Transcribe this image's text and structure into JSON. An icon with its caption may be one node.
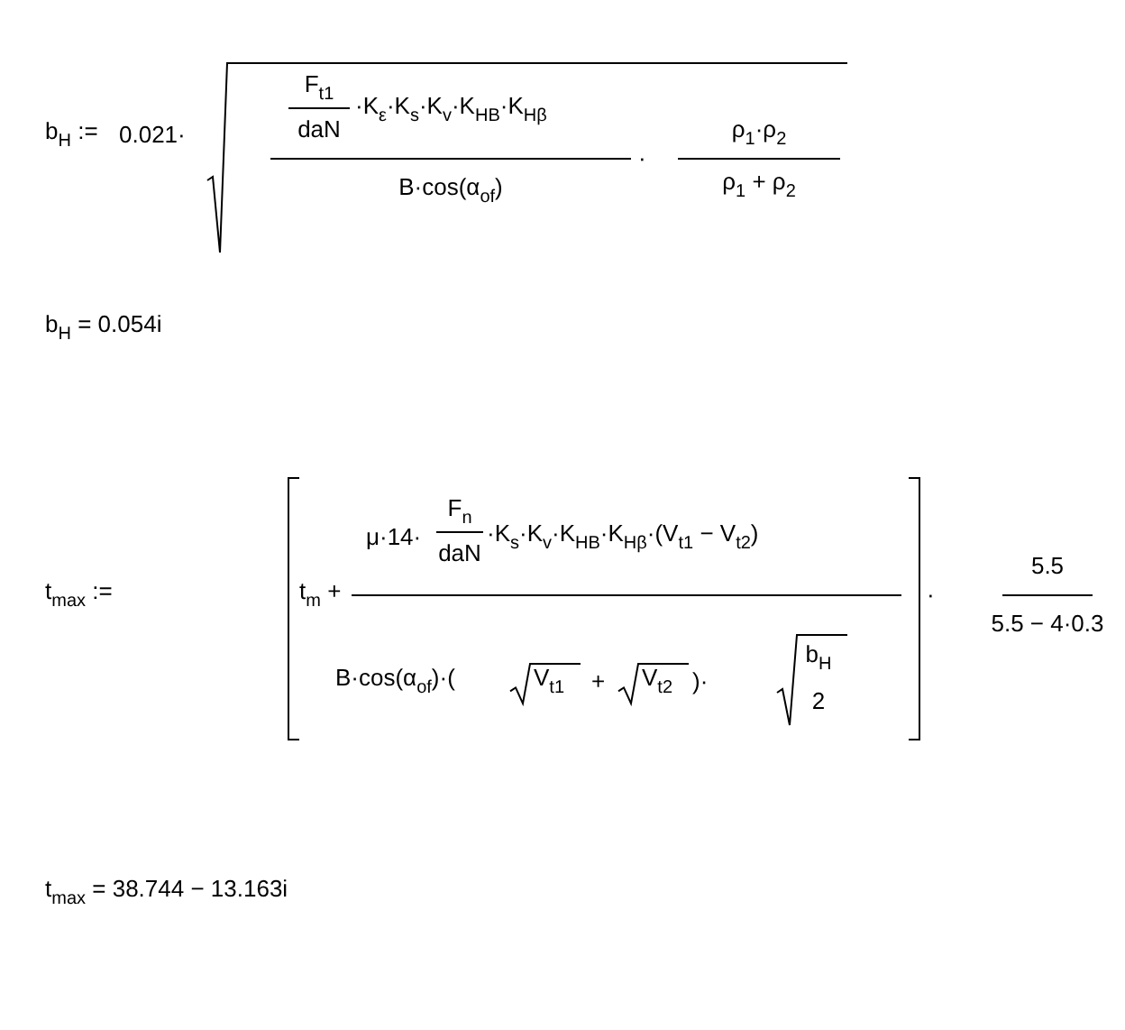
{
  "diagram": {
    "labels": [
      "b$_{H}$ :=",
      "0.021·",
      "F$_{t1}$",
      "daN",
      "·K$_{ε}$·K$_{s}$·K$_{v}$·K$_{HB}$·K$_{Hβ}$",
      "B·cos(α$_{of}$)",
      "·",
      "ρ$_{1}$·ρ$_{2}$",
      "ρ$_{1}$ + ρ$_{2}$",
      "b$_{H}$ = 0.054i",
      "t$_{max}$ :=",
      "t$_{m}$ +",
      "μ·14·",
      "F$_{n}$",
      "daN",
      "·K$_{s}$·K$_{v}$·K$_{HB}$·K$_{Hβ}$·(V$_{t1}$ − V$_{t2}$)",
      "B·cos(α$_{of}$)·(",
      "V$_{t1}$",
      "+",
      "V$_{t2}$",
      ")·",
      "b$_{H}$",
      "2",
      "·",
      "5.5",
      "5.5 − 4·0.3",
      "t$_{max}$ = 38.744 − 13.163i"
    ]
  }
}
